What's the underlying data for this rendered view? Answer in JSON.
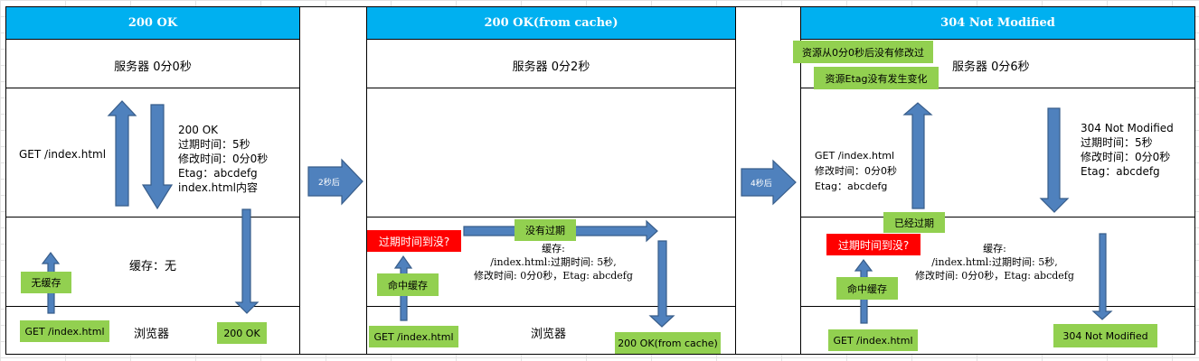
{
  "colors": {
    "header": "#00b0f0",
    "arrow_fill": "#4f81bd",
    "arrow_stroke": "#385d8a",
    "label_green": "#92d050",
    "label_red": "#ff0000"
  },
  "transitions": [
    {
      "label": "2秒后",
      "icon": "right-arrow-icon"
    },
    {
      "label": "4秒后",
      "icon": "right-arrow-icon"
    }
  ],
  "panels": [
    {
      "title": "200 OK",
      "server": "服务器 0分0秒",
      "request_note": "GET /index.html",
      "response_note": [
        "200 OK",
        "过期时间：5秒",
        "修改时间：0分0秒",
        "Etag：abcdefg",
        "index.html内容"
      ],
      "cache": "缓存：无",
      "cache_check_label": "无缓存",
      "browser": "浏览器",
      "browser_request": "GET /index.html",
      "browser_result": "200 OK"
    },
    {
      "title": "200 OK(from cache)",
      "server": "服务器 0分2秒",
      "expiry_question": "过期时间到没?",
      "cache_hit_label": "命中缓存",
      "not_expired_label": "没有过期",
      "cache_lines": [
        "缓存:",
        "/index.html:过期时间: 5秒,",
        "修改时间: 0分0秒，Etag: abcdefg"
      ],
      "browser": "浏览器",
      "browser_request": "GET /index.html",
      "browser_result": "200 OK(from cache)"
    },
    {
      "title": "304 Not Modified",
      "server": "服务器 0分6秒",
      "server_notes": [
        "资源从0分0秒后没有修改过",
        "资源Etag没有发生变化"
      ],
      "request_note": [
        "GET /index.html",
        "修改时间：0分0秒",
        "Etag：abcdefg"
      ],
      "response_note": [
        "304 Not Modified",
        "过期时间：5秒",
        "修改时间：0分0秒",
        "Etag：abcdefg"
      ],
      "expired_label": "已经过期",
      "expiry_question": "过期时间到没?",
      "cache_hit_label": "命中缓存",
      "cache_lines": [
        "缓存:",
        "/index.html:过期时间: 5秒,",
        "修改时间: 0分0秒，Etag: abcdefg"
      ],
      "browser_request": "GET /index.html",
      "browser_result": "304 Not Modified"
    }
  ]
}
